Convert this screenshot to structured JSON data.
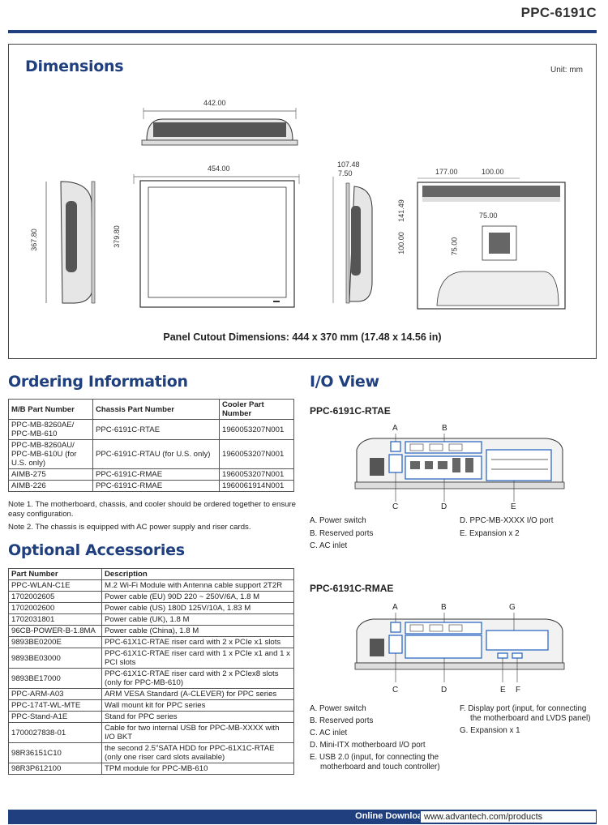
{
  "header": {
    "product": "PPC-6191C"
  },
  "dimensions": {
    "title": "Dimensions",
    "unit": "Unit: mm",
    "labels": {
      "top_width": "442.00",
      "front_width": "454.00",
      "side_height": "367.80",
      "front_height": "379.80",
      "depth": "107.48",
      "depth2": "7.50",
      "rear_w1": "177.00",
      "rear_w2": "100.00",
      "rear_h1": "141.49",
      "rear_h2": "100.00",
      "vesa_w": "75.00",
      "vesa_h": "75.00"
    },
    "cutout": "Panel Cutout Dimensions: 444 x 370 mm (17.48 x 14.56 in)"
  },
  "ordering": {
    "title": "Ordering Information",
    "headers": [
      "M/B Part Number",
      "Chassis Part Number",
      "Cooler Part Number"
    ],
    "rows": [
      [
        "PPC-MB-8260AE/ PPC-MB-610",
        "PPC-6191C-RTAE",
        "1960053207N001"
      ],
      [
        "PPC-MB-8260AU/ PPC-MB-610U (for U.S. only)",
        "PPC-6191C-RTAU (for U.S. only)",
        "1960053207N001"
      ],
      [
        "AIMB-275",
        "PPC-6191C-RMAE",
        "1960053207N001"
      ],
      [
        "AIMB-226",
        "PPC-6191C-RMAE",
        "1960061914N001"
      ]
    ],
    "note1": "Note 1. The motherboard, chassis, and cooler should be ordered together to ensure easy configuration.",
    "note2": "Note 2. The chassis is equipped with AC power supply and riser cards."
  },
  "accessories": {
    "title": "Optional Accessories",
    "headers": [
      "Part Number",
      "Description"
    ],
    "rows": [
      [
        "PPC-WLAN-C1E",
        "M.2 Wi-Fi Module with Antenna cable support 2T2R"
      ],
      [
        "1702002605",
        "Power cable (EU) 90D 220 ~ 250V/6A, 1.8 M"
      ],
      [
        "1702002600",
        "Power cable (US) 180D 125V/10A, 1.83 M"
      ],
      [
        "1702031801",
        "Power cable (UK), 1.8 M"
      ],
      [
        "96CB-POWER-B-1.8MA",
        "Power cable (China), 1.8 M"
      ],
      [
        "9893BE0200E",
        "PPC-61X1C-RTAE riser card with 2 x PCIe x1 slots"
      ],
      [
        "9893BE03000",
        "PPC-61X1C-RTAE riser card with 1 x PCIe x1 and 1 x PCI slots"
      ],
      [
        "9893BE17000",
        "PPC-61X1C-RTAE riser card with 2 x PCIex8 slots (only for PPC-MB-610)"
      ],
      [
        "PPC-ARM-A03",
        "ARM VESA Standard (A-CLEVER) for PPC series"
      ],
      [
        "PPC-174T-WL-MTE",
        "Wall mount kit for PPC series"
      ],
      [
        "PPC-Stand-A1E",
        "Stand for PPC series"
      ],
      [
        "1700027838-01",
        "Cable for two internal USB for PPC-MB-XXXX with I/O BKT"
      ],
      [
        "98R36151C10",
        "the second 2.5\"SATA HDD for PPC-61X1C-RTAE (only one riser card slots available)"
      ],
      [
        "98R3P612100",
        "TPM module for PPC-MB-610"
      ]
    ]
  },
  "io": {
    "title": "I/O View",
    "rtae": {
      "title": "PPC-6191C-RTAE",
      "left": [
        "A. Power switch",
        "B. Reserved ports",
        "C. AC inlet"
      ],
      "right": [
        "D. PPC-MB-XXXX I/O port",
        "E. Expansion x 2"
      ]
    },
    "rmae": {
      "title": "PPC-6191C-RMAE",
      "left": [
        "A. Power switch",
        "B. Reserved ports",
        "C. AC inlet",
        "D. Mini-ITX motherboard I/O port",
        "E. USB 2.0 (input, for connecting the motherboard and touch controller)"
      ],
      "right": [
        "F. Display port (input, for connecting the motherboard and LVDS panel)",
        "G. Expansion x 1"
      ]
    },
    "letters": {
      "A": "A",
      "B": "B",
      "C": "C",
      "D": "D",
      "E": "E",
      "F": "F",
      "G": "G"
    }
  },
  "footer": {
    "label": "Online Download",
    "url": "www.advantech.com/products"
  }
}
